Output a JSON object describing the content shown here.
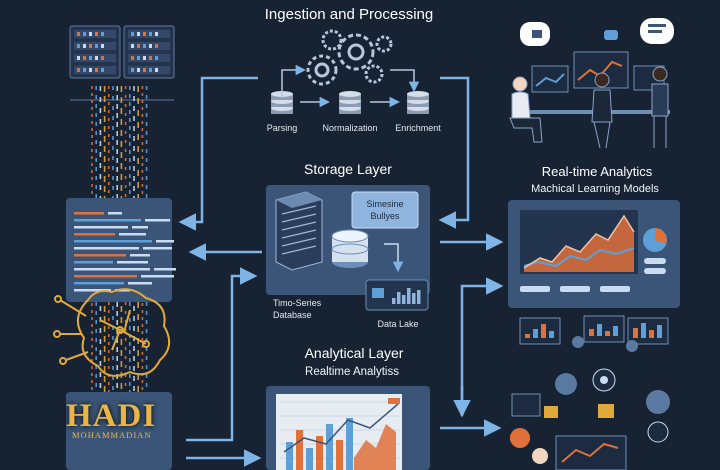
{
  "ingestion": {
    "title": "Ingestion and Processing",
    "steps": [
      "Parsing",
      "Normalization",
      "Enrichment"
    ]
  },
  "storage": {
    "title": "Storage Layer",
    "callout": [
      "Simesine",
      "Bullyes"
    ],
    "time_series_label": [
      "Timo-Series",
      "Database"
    ],
    "data_lake_label": "Data Lake"
  },
  "realtime": {
    "title": "Real-time Analytics",
    "subtitle": "Machical Learning Models"
  },
  "analytical": {
    "title": "Analytical Layer",
    "subtitle": "Realtime Analytiss"
  },
  "branding": {
    "name": "HADI",
    "subname": "MOHAMMADIAN"
  },
  "colors": {
    "background": "#172233",
    "panel": "#3a5578",
    "arrow": "#7fb4e6",
    "chart_orange": "#e0713a",
    "chart_blue": "#5e9fd8",
    "logo_gold": "#e9b646"
  }
}
